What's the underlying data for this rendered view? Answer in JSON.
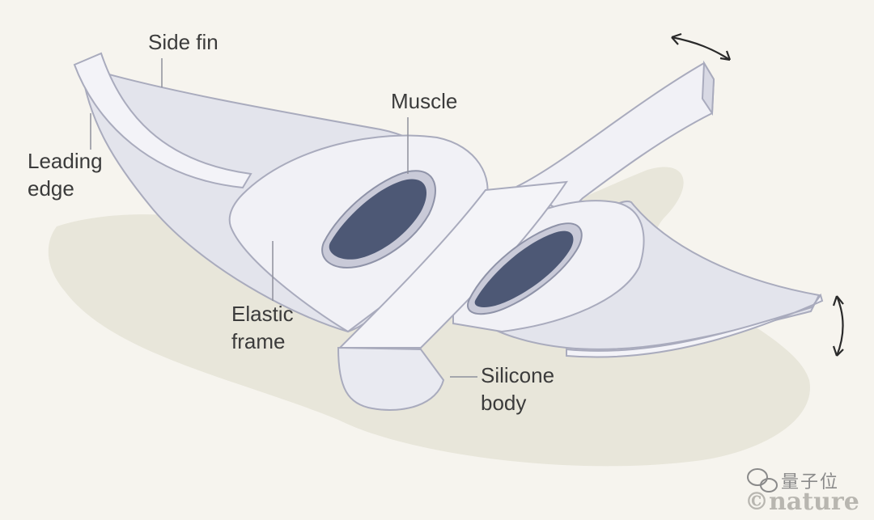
{
  "diagram": {
    "labels": {
      "side_fin": "Side fin",
      "leading_edge_line1": "Leading",
      "leading_edge_line2": "edge",
      "muscle": "Muscle",
      "elastic_frame_line1": "Elastic",
      "elastic_frame_line2": "frame",
      "silicone_body_line1": "Silicone",
      "silicone_body_line2": "body"
    },
    "icons": {
      "motion_arrow_top": "curved-double-arrow-icon",
      "motion_arrow_right": "curved-double-arrow-icon",
      "wechat": "wechat-icon"
    },
    "colors": {
      "background": "#f6f4ee",
      "shadow": "#e7e5d9",
      "fin_fill": "#e6e7ef",
      "frame_fill": "#f1f1f6",
      "outline": "#a9abbd",
      "muscle_fill": "#4d5875",
      "label_text": "#3b3b3b"
    }
  },
  "watermark": {
    "chinese": "量子位",
    "brand": "©nature"
  }
}
